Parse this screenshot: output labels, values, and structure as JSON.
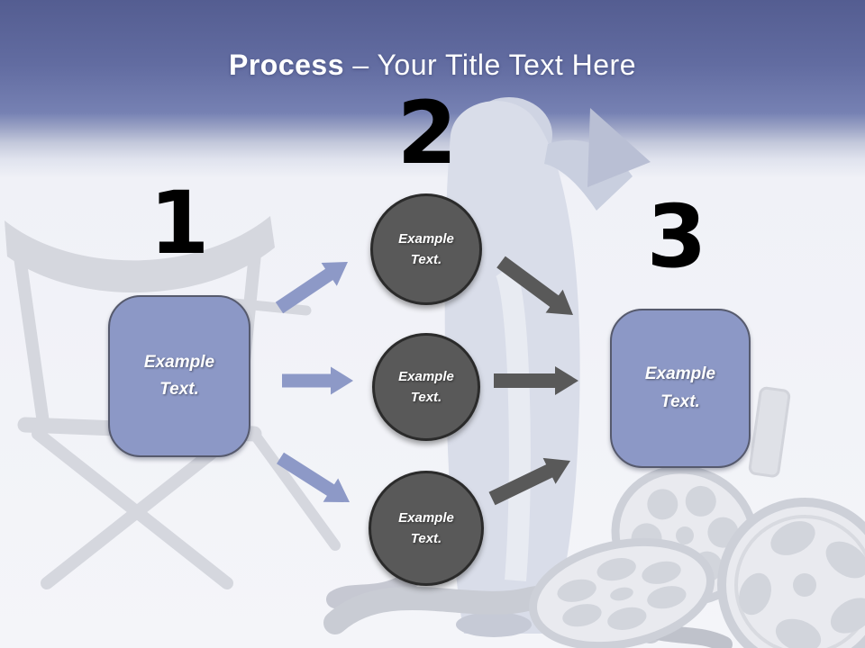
{
  "title": {
    "emphasis": "Process",
    "rest": " – Your Title Text Here"
  },
  "diagram": {
    "steps": [
      {
        "number": "1",
        "shape": "rounded-rectangle",
        "label": "Example Text."
      },
      {
        "number": "2",
        "shape": "circle-group",
        "items": [
          {
            "label": "Example Text."
          },
          {
            "label": "Example Text."
          },
          {
            "label": "Example Text."
          }
        ]
      },
      {
        "number": "3",
        "shape": "rounded-rectangle",
        "label": "Example Text."
      }
    ],
    "arrow_colors": {
      "left_arrows": "#8D99C7",
      "right_arrows": "#595959"
    }
  },
  "colors": {
    "header_gradient_top": "#545D91",
    "header_gradient_mid": "#7681B3",
    "body_background": "#F4F5F9",
    "box_fill": "#8C98C6",
    "box_border": "#565A6D",
    "circle_fill": "#595959",
    "circle_border": "#2B2B2B",
    "title_text": "#FFFFFF",
    "number_text": "#000000"
  },
  "background_motifs": {
    "left": "directors-chair-watermark",
    "center": "movie-director-figure-watermark",
    "bottom_right": "film-reels-watermark",
    "bottom": "film-strip-ribbon-watermark"
  }
}
